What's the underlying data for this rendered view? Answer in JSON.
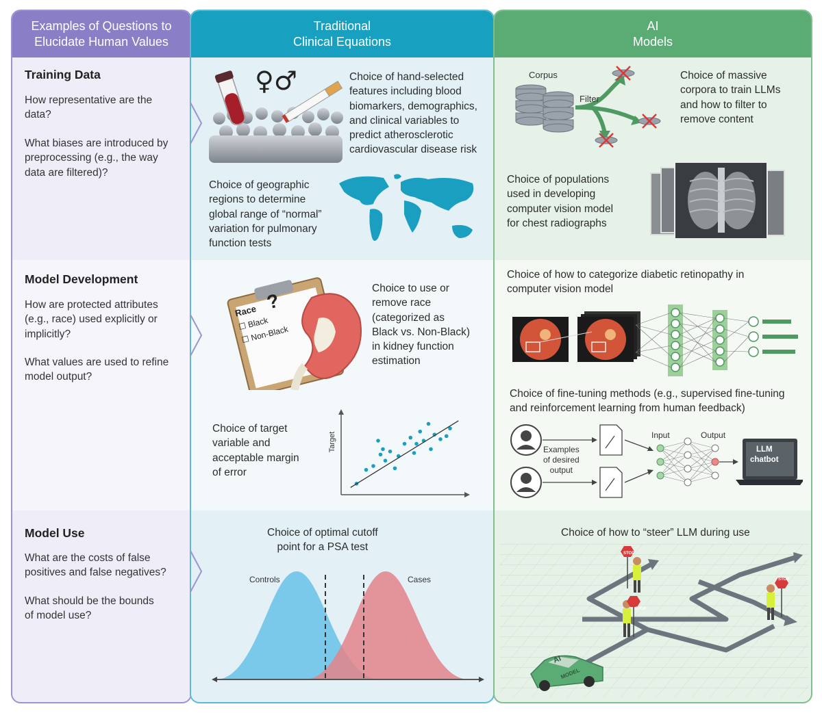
{
  "headers": {
    "questions": "Examples of Questions to\nElucidate Human Values",
    "traditional": "Traditional\nClinical Equations",
    "ai": "AI\nModels"
  },
  "colors": {
    "questions_header": "#8a7fc7",
    "traditional_header": "#17a0bf",
    "ai_header": "#5aab74",
    "questions_panel": "#eeedf8",
    "traditional_panel": "#e3f1f7",
    "ai_panel": "#e6f2e7"
  },
  "sections": {
    "training": {
      "title": "Training Data",
      "q1": "How representative are the\ndata?",
      "q2": "What biases are introduced by\npreprocessing (e.g., the way\ndata are filtered)?",
      "trad1": "Choice of hand-selected\nfeatures including blood\nbiomarkers, demographics,\nand clinical variables to\npredict atherosclerotic\ncardiovascular disease risk",
      "trad2": "Choice of geographic\nregions to determine\nglobal range of “normal”\nvariation for pulmonary\nfunction tests",
      "ai1": "Choice of massive\ncorpora to train LLMs\nand how to filter to\nremove content",
      "ai2": "Choice of populations\nused in developing\ncomputer vision model\nfor chest radiographs",
      "corpus_label": "Corpus",
      "filter_label": "Filter",
      "sex_symbols": "♀♂"
    },
    "development": {
      "title": "Model Development",
      "q1": "How are protected attributes\n(e.g., race) used explicitly or\nimplicitly?",
      "q2": "What values are used to refine\nmodel output?",
      "trad1": "Choice to use or\nremove race\n(categorized as\nBlack vs. Non-Black)\nin kidney function\nestimation",
      "trad2": "Choice of target\nvariable and\nacceptable margin\nof error",
      "ai1": "Choice of how to categorize diabetic retinopathy in\ncomputer vision model",
      "ai2": "Choice of fine-tuning methods (e.g., supervised fine-tuning\nand reinforcement learning from human feedback)",
      "race_label": "Race",
      "race_q": "?",
      "race_opt1": "Black",
      "race_opt2": "Non-Black",
      "target_label": "Target",
      "examples_label": "Examples\nof desired\noutput",
      "input_label": "Input",
      "output_label": "Output",
      "chatbot_label": "LLM\nchatbot"
    },
    "use": {
      "title": "Model Use",
      "q1": "What are the costs of false\npositives and false negatives?",
      "q2": "What should be the bounds\nof model use?",
      "trad1": "Choice of optimal cutoff\npoint for a PSA test",
      "ai1": "Choice of how to “steer” LLM during use",
      "controls_label": "Controls",
      "cases_label": "Cases",
      "stop_label": "STOP",
      "car_label": "AI",
      "car_sub": "MODEL"
    }
  },
  "chart_data": {
    "type": "scatter",
    "ylabel": "Target",
    "xlabel": "",
    "points": [
      [
        0.1,
        0.1
      ],
      [
        0.18,
        0.28
      ],
      [
        0.24,
        0.33
      ],
      [
        0.3,
        0.48
      ],
      [
        0.32,
        0.55
      ],
      [
        0.34,
        0.4
      ],
      [
        0.38,
        0.52
      ],
      [
        0.42,
        0.3
      ],
      [
        0.45,
        0.46
      ],
      [
        0.5,
        0.62
      ],
      [
        0.55,
        0.7
      ],
      [
        0.58,
        0.5
      ],
      [
        0.6,
        0.62
      ],
      [
        0.63,
        0.78
      ],
      [
        0.66,
        0.66
      ],
      [
        0.7,
        0.88
      ],
      [
        0.72,
        0.55
      ],
      [
        0.75,
        0.74
      ],
      [
        0.8,
        0.68
      ],
      [
        0.85,
        0.72
      ],
      [
        0.88,
        0.82
      ],
      [
        0.28,
        0.66
      ]
    ],
    "fit": [
      [
        0.05,
        0.05
      ],
      [
        0.95,
        0.92
      ]
    ]
  }
}
